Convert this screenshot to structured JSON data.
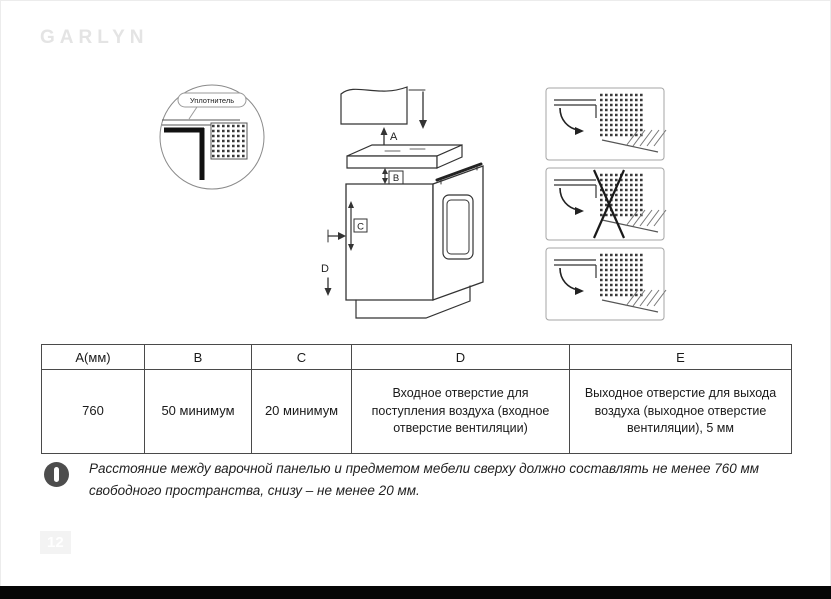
{
  "page": {
    "brand": "GARLYN",
    "page_number": "12"
  },
  "diagrams": {
    "seal_detail": {
      "label": "Уплотнитель"
    },
    "oven": {
      "dim_a": "A",
      "dim_b": "B",
      "dim_c": "C",
      "dim_d": "D"
    }
  },
  "table": {
    "headers": [
      "A(мм)",
      "B",
      "C",
      "D",
      "E"
    ],
    "row": [
      "760",
      "50 минимум",
      "20 минимум",
      "Входное отверстие для поступления воздуха (входное отверстие вентиляции)",
      "Выходное отверстие для выхода воздуха (выходное отверстие вентиляции), 5 мм"
    ]
  },
  "note": {
    "icon": "info-icon",
    "text": "Расстояние между варочной панелью и предметом мебели сверху должно составлять не менее 760 мм свободного пространства, снизу – не менее 20 мм."
  }
}
